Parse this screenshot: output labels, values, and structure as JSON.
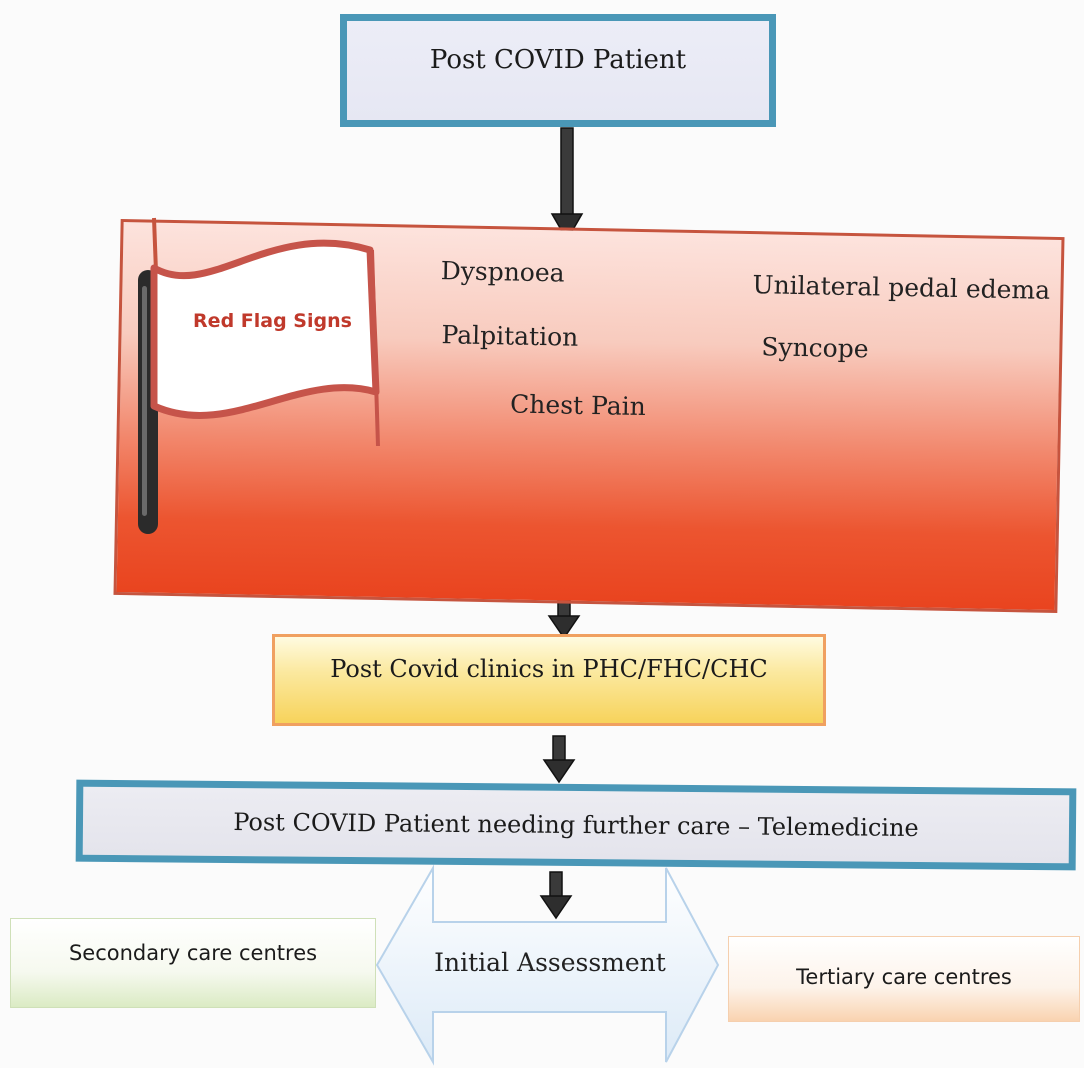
{
  "nodes": {
    "top": "Post COVID Patient",
    "red_flag": {
      "label": "Red Flag Signs",
      "signs": [
        "Dyspnoea",
        "Unilateral pedal edema",
        "Palpitation",
        "Syncope",
        "Chest Pain"
      ]
    },
    "clinics": "Post Covid clinics in PHC/FHC/CHC",
    "telemedicine": "Post COVID Patient needing further care – Telemedicine",
    "secondary": "Secondary care centres",
    "assessment": "Initial Assessment",
    "tertiary": "Tertiary care centres"
  },
  "colors": {
    "box_border_blue": "#4a97b7",
    "red_flag_fill": "#e9441f",
    "clinic_fill": "#f7d35b",
    "secondary_fill": "#dbebc4",
    "tertiary_fill": "#f9d3b0",
    "arrow_fill": "#3a3a3a",
    "double_arrow_fill": "#e8f2fb"
  }
}
